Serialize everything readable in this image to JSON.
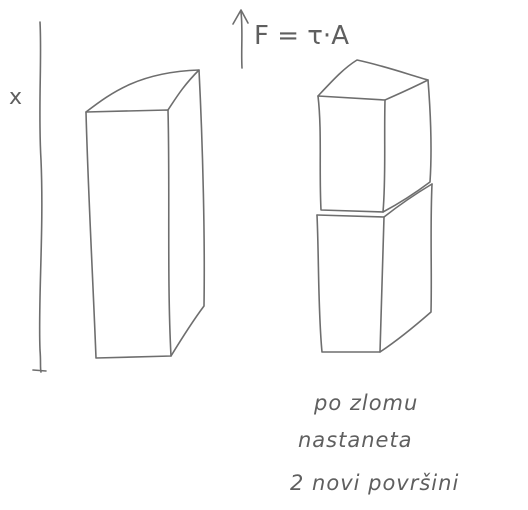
{
  "axis": {
    "label": "x"
  },
  "formula": {
    "text": "F = τ·A"
  },
  "note": {
    "lines": [
      "po zlomu",
      "nastaneta",
      "2 novi površini"
    ]
  },
  "colors": {
    "ink": "#6e6e6e",
    "paper": "#ffffff"
  },
  "icons": {
    "force_arrow": "up-arrow-icon"
  }
}
